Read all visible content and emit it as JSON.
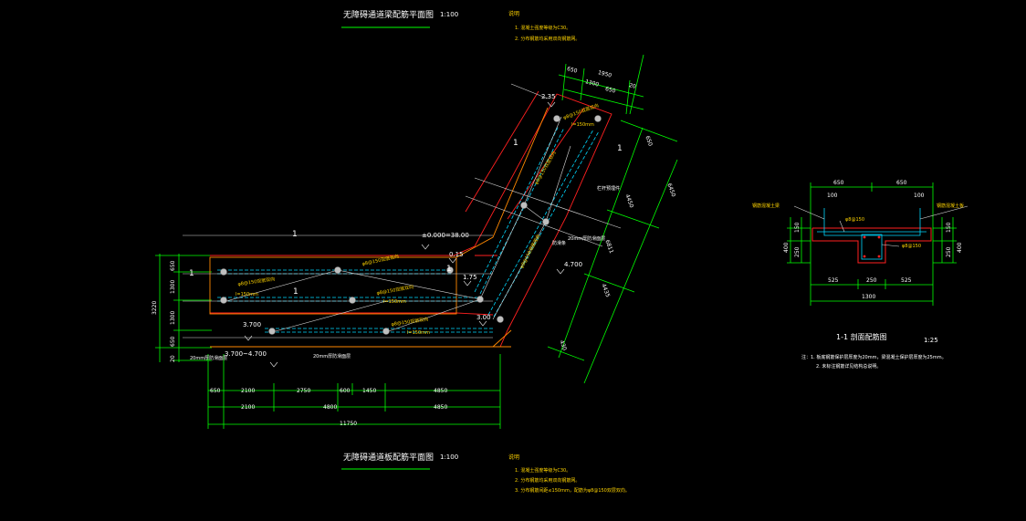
{
  "drawing": {
    "top_title": "无障碍通道梁配筋平面图",
    "top_scale": "1:100",
    "bottom_title": "无障碍通道板配筋平面图",
    "bottom_scale": "1:100",
    "notes_top": {
      "heading": "说明",
      "items": [
        "1. 混凝土强度等级为C30。",
        "2. 分布钢筋均采用双向钢筋网。"
      ]
    },
    "notes_bottom": {
      "heading": "说明",
      "items": [
        "1. 混凝土强度等级为C30。",
        "2. 分布钢筋均采用双向钢筋网。",
        "3. 分布钢筋间距≤150mm，配筋为φ8@150双层双向。"
      ]
    },
    "section": {
      "title": "1-1 剖面配筋图",
      "scale": "1:25",
      "notes": [
        "注：1. 板底钢筋保护层厚度为20mm，梁混凝土保护层厚度为25mm。",
        "2. 未标注钢筋详见结构总说明。"
      ],
      "dims_top": [
        "650",
        "650"
      ],
      "dims_inner": [
        "100",
        "100"
      ],
      "dims_bottom": [
        "525",
        "250",
        "525"
      ],
      "dim_total": "1300",
      "dims_left": [
        "150",
        "250",
        "400"
      ],
      "dims_right": [
        "150",
        "250",
        "400"
      ],
      "rebar_labels": [
        "φ8@150",
        "φ8@150"
      ],
      "leader_labels": [
        "钢筋混凝土梁",
        "钢筋混凝土板"
      ]
    },
    "plan": {
      "elevations": [
        "±0.000=38.00",
        "0.15",
        "1.75",
        "3.00",
        "3.700",
        "3.700~4.700",
        "4.700",
        "2.35"
      ],
      "section_marks": [
        "1",
        "1",
        "1",
        "1",
        "1",
        "1"
      ],
      "dims_bottom_row1": [
        "650",
        "2100",
        "2750",
        "600",
        "1450",
        "4850"
      ],
      "dims_bottom_row2": [
        "2100",
        "4800",
        "4850"
      ],
      "dim_bottom_total": "11750",
      "dims_left": [
        "650",
        "1300",
        "1300",
        "650"
      ],
      "dim_left_total": "3220",
      "dim_left_small": "20",
      "dims_top_slope": [
        "650",
        "1950",
        "1300",
        "650",
        "20"
      ],
      "dims_right_slope": [
        "650",
        "6450",
        "4450",
        "6811",
        "4435",
        "430"
      ],
      "rebar_labels": [
        "φ8@150双层双向",
        "φ8@150双层双向",
        "φ8@150双层双向",
        "φ8@150双层双向",
        "φ8@150双层双向",
        "φ8@150双层双向",
        "φ8@150双层双向"
      ],
      "spacing_labels": [
        "l=150mm",
        "l=150mm",
        "l=150mm",
        "l=150mm"
      ],
      "white_labels": [
        "20mm厚防滑面层",
        "20mm厚防滑面层",
        "20mm厚防滑面层",
        "栏杆预埋件",
        "防滑条"
      ]
    }
  }
}
